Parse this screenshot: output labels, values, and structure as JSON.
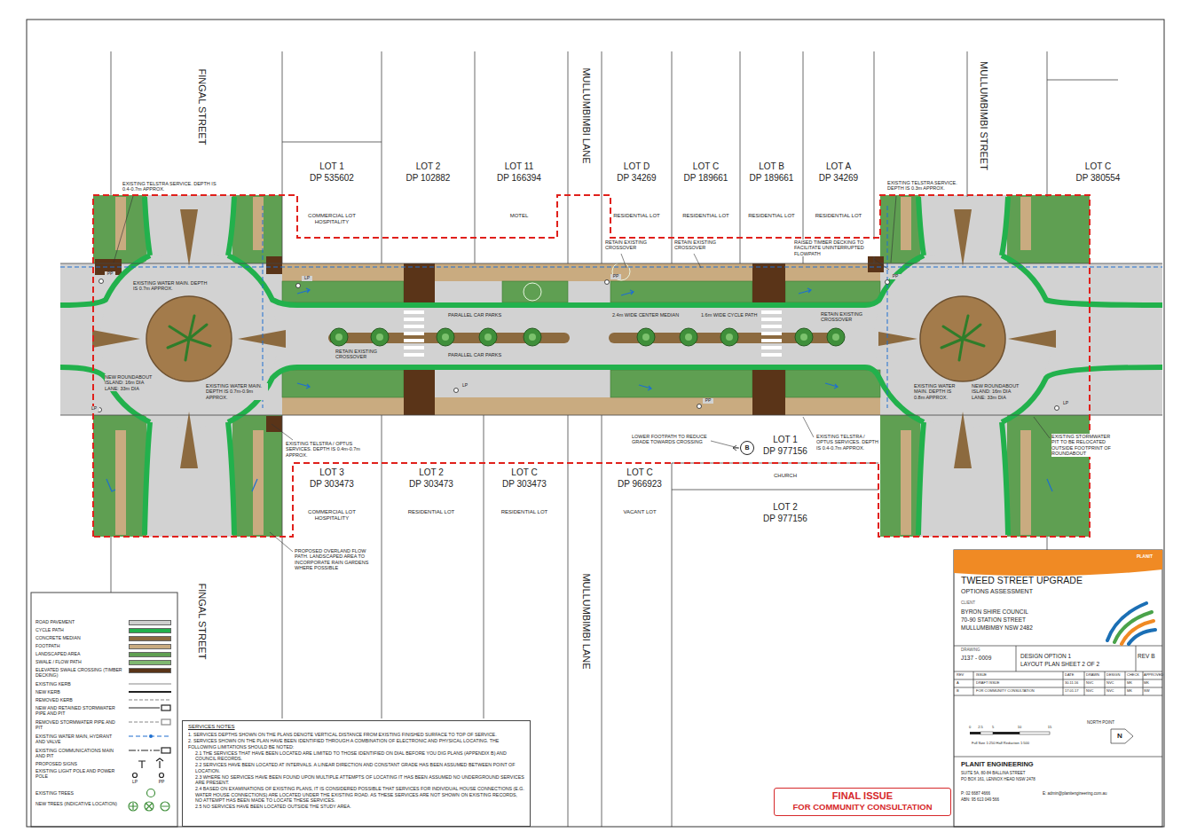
{
  "diagram": {
    "nodes": [
      {
        "text": [
          "LOT 1",
          "DP 535602",
          "COMMERCIAL LOT HOSPITALITY"
        ]
      },
      {
        "text": [
          "LOT 2",
          "DP 102882"
        ]
      },
      {
        "text": [
          "LOT 11",
          "DP 166394",
          "MOTEL"
        ]
      },
      {
        "text": [
          "LOT D",
          "DP 34269",
          "RESIDENTIAL LOT"
        ]
      },
      {
        "text": [
          "LOT C",
          "DP 189661",
          "RESIDENTIAL LOT"
        ]
      },
      {
        "text": [
          "LOT B",
          "DP 189661",
          "RESIDENTIAL LOT"
        ]
      },
      {
        "text": [
          "LOT A",
          "DP 34269",
          "RESIDENTIAL LOT"
        ]
      },
      {
        "text": [
          "LOT C",
          "DP 380554"
        ]
      },
      {
        "text": [
          "LOT 3",
          "DP 303473",
          "COMMERCIAL LOT HOSPITALITY"
        ]
      },
      {
        "text": [
          "LOT 2",
          "DP 303473",
          "RESIDENTIAL LOT"
        ]
      },
      {
        "text": [
          "LOT C",
          "DP 303473",
          "RESIDENTIAL LOT"
        ]
      },
      {
        "text": [
          "LOT C",
          "DP 966923",
          "VACANT LOT"
        ]
      },
      {
        "text": [
          "LOT 1",
          "DP 977156",
          "CHURCH"
        ]
      },
      {
        "text": [
          "LOT 2",
          "DP 977156"
        ]
      },
      {
        "text": [
          "SERVICES NOTES",
          "1. SERVICES DEPTHS SHOWN ON THE PLANS DENOTE VERTICAL DISTANCE FROM EXISTING FINISHED SURFACE TO TOP OF SERVICE.",
          "2. SERVICES SHOWN ON THE PLAN HAVE BEEN IDENTIFIED THROUGH A COMBINATION OF ELECTRONIC AND PHYSICAL LOCATING. THE FOLLOWING LIMITATIONS SHOULD BE NOTED:",
          "2.1 THE SERVICES THAT HAVE BEEN LOCATED ARE LIMITED TO THOSE IDENTIFIED ON DIAL BEFORE YOU DIG PLANS (APPENDIX B) AND COUNCIL RECORDS.",
          "2.2 SERVICES HAVE BEEN LOCATED AT INTERVALS. A LINEAR DIRECTION AND CONSTANT GRADE HAS BEEN ASSUMED BETWEEN POINT OF LOCATION.",
          "2.3 WHERE NO SERVICES HAVE BEEN FOUND UPON MULTIPLE ATTEMPTS OF LOCATING IT HAS BEEN ASSUMED NO UNDERGROUND SERVICES ARE PRESENT.",
          "2.4 BASED ON EXAMINATIONS OF EXISTING PLANS, IT IS CONSIDERED POSSIBLE THAT SERVICES FOR INDIVIDUAL HOUSE CONNECTIONS (E.G. WATER HOUSE CONNECTIONS) ARE LOCATED UNDER THE EXISTING ROAD. AS THESE SERVICES ARE NOT SHOWN ON EXISTING RECORDS, NO ATTEMPT HAS BEEN MADE TO LOCATE THESE SERVICES.",
          "2.5 NO SERVICES HAVE BEEN LOCATED OUTSIDE THE STUDY AREA."
        ]
      },
      {
        "text": [
          "FINAL ISSUE",
          "FOR COMMUNITY CONSULTATION"
        ]
      },
      {
        "text": [
          "PLANIT",
          "TWEED STREET UPGRADE",
          "OPTIONS ASSESSMENT",
          "CLIENT",
          "BYRON SHIRE COUNCIL",
          "70-90 STATION STREET",
          "MULLUMBIMBY NSW 2482",
          "DRAWING",
          "J137 - 0009",
          "DESIGN OPTION 1",
          "LAYOUT PLAN SHEET 2 OF 2",
          "REV B",
          "REV",
          "ISSUE",
          "DATE",
          "DRAWN",
          "DESIGN",
          "CHECK",
          "APPROVED",
          "A",
          "DRAFT ISSUE",
          "30.11.16",
          "NVC",
          "NVC",
          "MK",
          "MK",
          "B",
          "FOR COMMUNITY CONSULTATION",
          "17.01.17",
          "NVC",
          "NVC",
          "MK",
          "SW",
          "NORTH POINT",
          "N",
          "0",
          "2.5",
          "5",
          "10",
          "15",
          "Full Size 1:250 Half Reduction 1:500",
          "PLANIT ENGINEERING",
          "SUITE 5A, 80-84 BALLINA STREET",
          "PO BOX 161, LENNOX HEAD NSW 2478",
          "P: 02 6687 4666",
          "E: admin@planitengineering.com.au",
          "ABN: 95 613 049 566"
        ]
      }
    ],
    "labels": [
      "FINGAL STREET",
      "FINGAL STREET",
      "MULLUMBIMBI LANE",
      "MULLUMBIMBI LANE",
      "MULLUMBIMBI STREET",
      "EXISTING TELSTRA SERVICE. DEPTH IS 0.4-0.7m APPROX.",
      "EXISTING WATER MAIN. DEPTH IS 0.7m APPROX.",
      "NEW ROUNDABOUT ISLAND: 16m DIA LANE: 33m DIA",
      "EXISTING WATER MAIN. DEPTH IS 0.7m-0.9m APPROX.",
      "EXISTING TELSTRA / OPTUS SERVICES. DEPTH IS 0.4m-0.7m APPROX.",
      "PROPOSED OVERLAND FLOW PATH. LANDSCAPED AREA TO INCORPORATE RAIN GARDENS WHERE POSSIBLE",
      "RETAIN EXISTING CROSSOVER",
      "PARALLEL CAR PARKS",
      "PARALLEL CAR PARKS",
      "RETAIN EXISTING CROSSOVER",
      "RETAIN EXISTING CROSSOVER",
      "2.4m WIDE CENTER MEDIAN",
      "1.6m WIDE CYCLE PATH",
      "RAISED TIMBER DECKING TO FACILITATE UNINTERRUPTED FLOWPATH",
      "RETAIN EXISTING CROSSOVER",
      "EXISTING TELSTRA SERVICE. DEPTH IS 0.3m APPROX.",
      "EXISTING WATER MAIN. DEPTH IS 0.8m APPROX.",
      "NEW ROUNDABOUT ISLAND: 16m DIA LANE: 33m DIA",
      "LOWER FOOTPATH TO REDUCE GRADE TOWARDS CROSSING",
      "EXISTING TELSTRA / OPTUS SERVICES. DEPTH IS 0.4-0.7m APPROX.",
      "EXISTING STORMWATER PIT TO BE RELOCATED OUTSIDE FOOTPRINT OF ROUNDABOUT",
      "B",
      "LP",
      "PP",
      "LP",
      "LP",
      "PP",
      "PP",
      "LP",
      "PP",
      "LP",
      "PP"
    ],
    "legend": [
      {
        "text": "ROAD PAVEMENT",
        "color": "#cfcfcf"
      },
      {
        "text": "CYCLE PATH",
        "color": "#22b14c"
      },
      {
        "text": "CONCRETE MEDIAN",
        "color": "#8c6a3f"
      },
      {
        "text": "FOOTPATH",
        "color": "#c9ab80"
      },
      {
        "text": "LANDSCAPED AREA",
        "color": "#5f9f52"
      },
      {
        "text": "SWALE / FLOW PATH",
        "color": "#7fb870"
      },
      {
        "text": "ELEVATED SWALE CROSSING (TIMBER DECKING)",
        "color": "#5a3418"
      },
      {
        "text": "EXISTING KERB"
      },
      {
        "text": "NEW KERB"
      },
      {
        "text": "REMOVED KERB"
      },
      {
        "text": "NEW AND RETAINED STORMWATER PIPE AND PIT"
      },
      {
        "text": "REMOVED STORMWATER PIPE AND PIT"
      },
      {
        "text": "EXISTING WATER MAIN, HYDRANT AND VALVE"
      },
      {
        "text": "EXISTING COMMUNICATIONS MAIN AND PIT"
      },
      {
        "text": "PROPOSED SIGNS"
      },
      {
        "text": "EXISTING LIGHT POLE AND POWER POLE"
      },
      {
        "text": "EXISTING TREES"
      },
      {
        "text": "NEW TREES (INDICATIVE LOCATION)"
      }
    ]
  }
}
